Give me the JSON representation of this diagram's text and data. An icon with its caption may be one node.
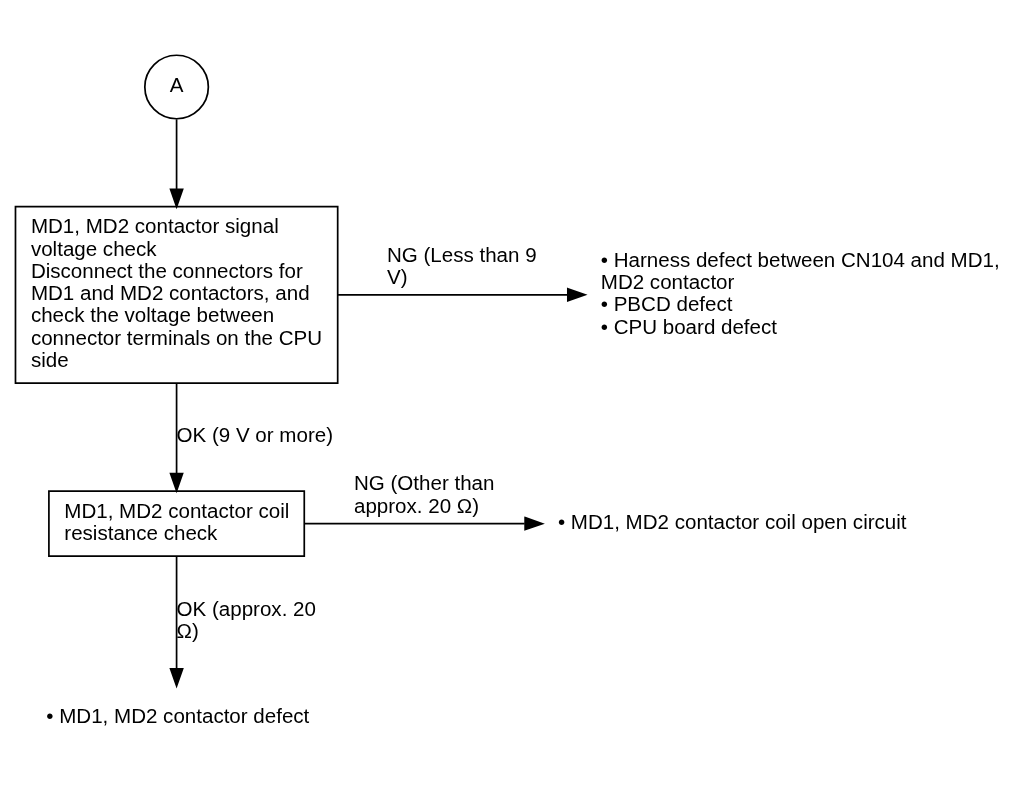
{
  "diagram": {
    "nodes": [
      {
        "text": [
          "A"
        ]
      },
      {
        "text": [
          "MD1, MD2 contactor signal voltage check",
          "Disconnect the connectors for MD1 and MD2 contactors, and check the voltage between connector terminals on the CPU side"
        ]
      },
      {
        "text": [
          "• Harness defect between CN104 and MD1, MD2 contactor",
          "• PBCD defect",
          "• CPU board defect"
        ]
      },
      {
        "text": [
          "MD1, MD2 contactor coil resistance check"
        ]
      },
      {
        "text": [
          "• MD1, MD2 contactor coil open circuit"
        ]
      },
      {
        "text": [
          "• MD1, MD2 contactor defect"
        ]
      }
    ],
    "edges": [
      {
        "from": 0,
        "to": 1,
        "arrow": "to"
      },
      {
        "from": 1,
        "to": 2,
        "arrow": "to",
        "label": "NG (Less than 9 V)"
      },
      {
        "from": 1,
        "to": 3,
        "arrow": "to",
        "label": "OK (9 V or more)"
      },
      {
        "from": 3,
        "to": 4,
        "arrow": "to",
        "label": "NG (Other than approx. 20 Ω)"
      },
      {
        "from": 3,
        "to": 5,
        "arrow": "to",
        "label": "OK (approx. 20 Ω)"
      }
    ]
  }
}
